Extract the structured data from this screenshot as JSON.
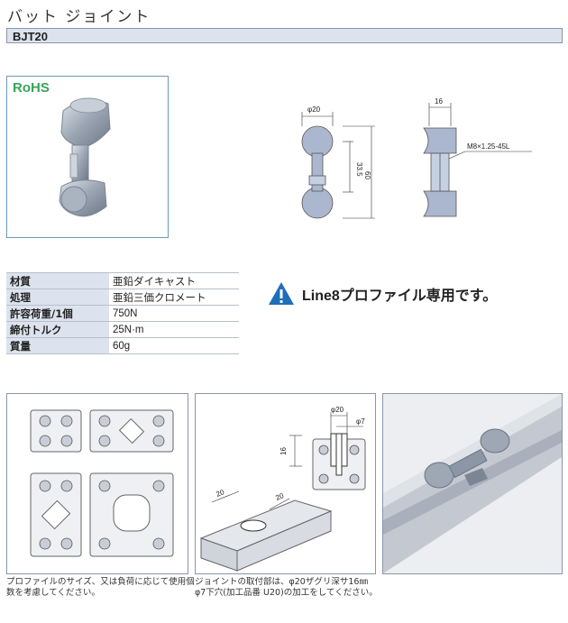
{
  "title": "バット ジョイント",
  "model": "BJT20",
  "rohs": "RoHS",
  "dims": {
    "phi20": "φ20",
    "w16": "16",
    "d335": "33.5",
    "d60": "60",
    "thread": "M8×1.25-45L",
    "phi20b": "φ20",
    "phi7": "φ7",
    "h16": "16",
    "c20a": "20",
    "c20b": "20"
  },
  "specs": [
    {
      "key": "材質",
      "value": "亜鉛ダイキャスト"
    },
    {
      "key": "処理",
      "value": "亜鉛三価クロメート"
    },
    {
      "key": "許容荷重/1個",
      "value": "750N"
    },
    {
      "key": "締付トルク",
      "value": "25N·m"
    },
    {
      "key": "質量",
      "value": "60g"
    }
  ],
  "warning": {
    "icon": "exclamation-triangle",
    "text": "Line8プロファイル専用です。"
  },
  "captions": {
    "left_1": "プロファイルのサイズ、又は負荷に応じて使用個",
    "left_2": "数を考慮してください。",
    "mid_1": "ジョイントの取付部は、φ20ザグリ深サ16㎜",
    "mid_2": "φ7下穴(加工品番 U20)の加工をしてください。"
  },
  "colors": {
    "accent": "#dde3ee",
    "border": "#8a96a8",
    "photo_border": "#6b9ab8",
    "warn_blue": "#1c6fb8",
    "rohs_green": "#3aa35a"
  }
}
